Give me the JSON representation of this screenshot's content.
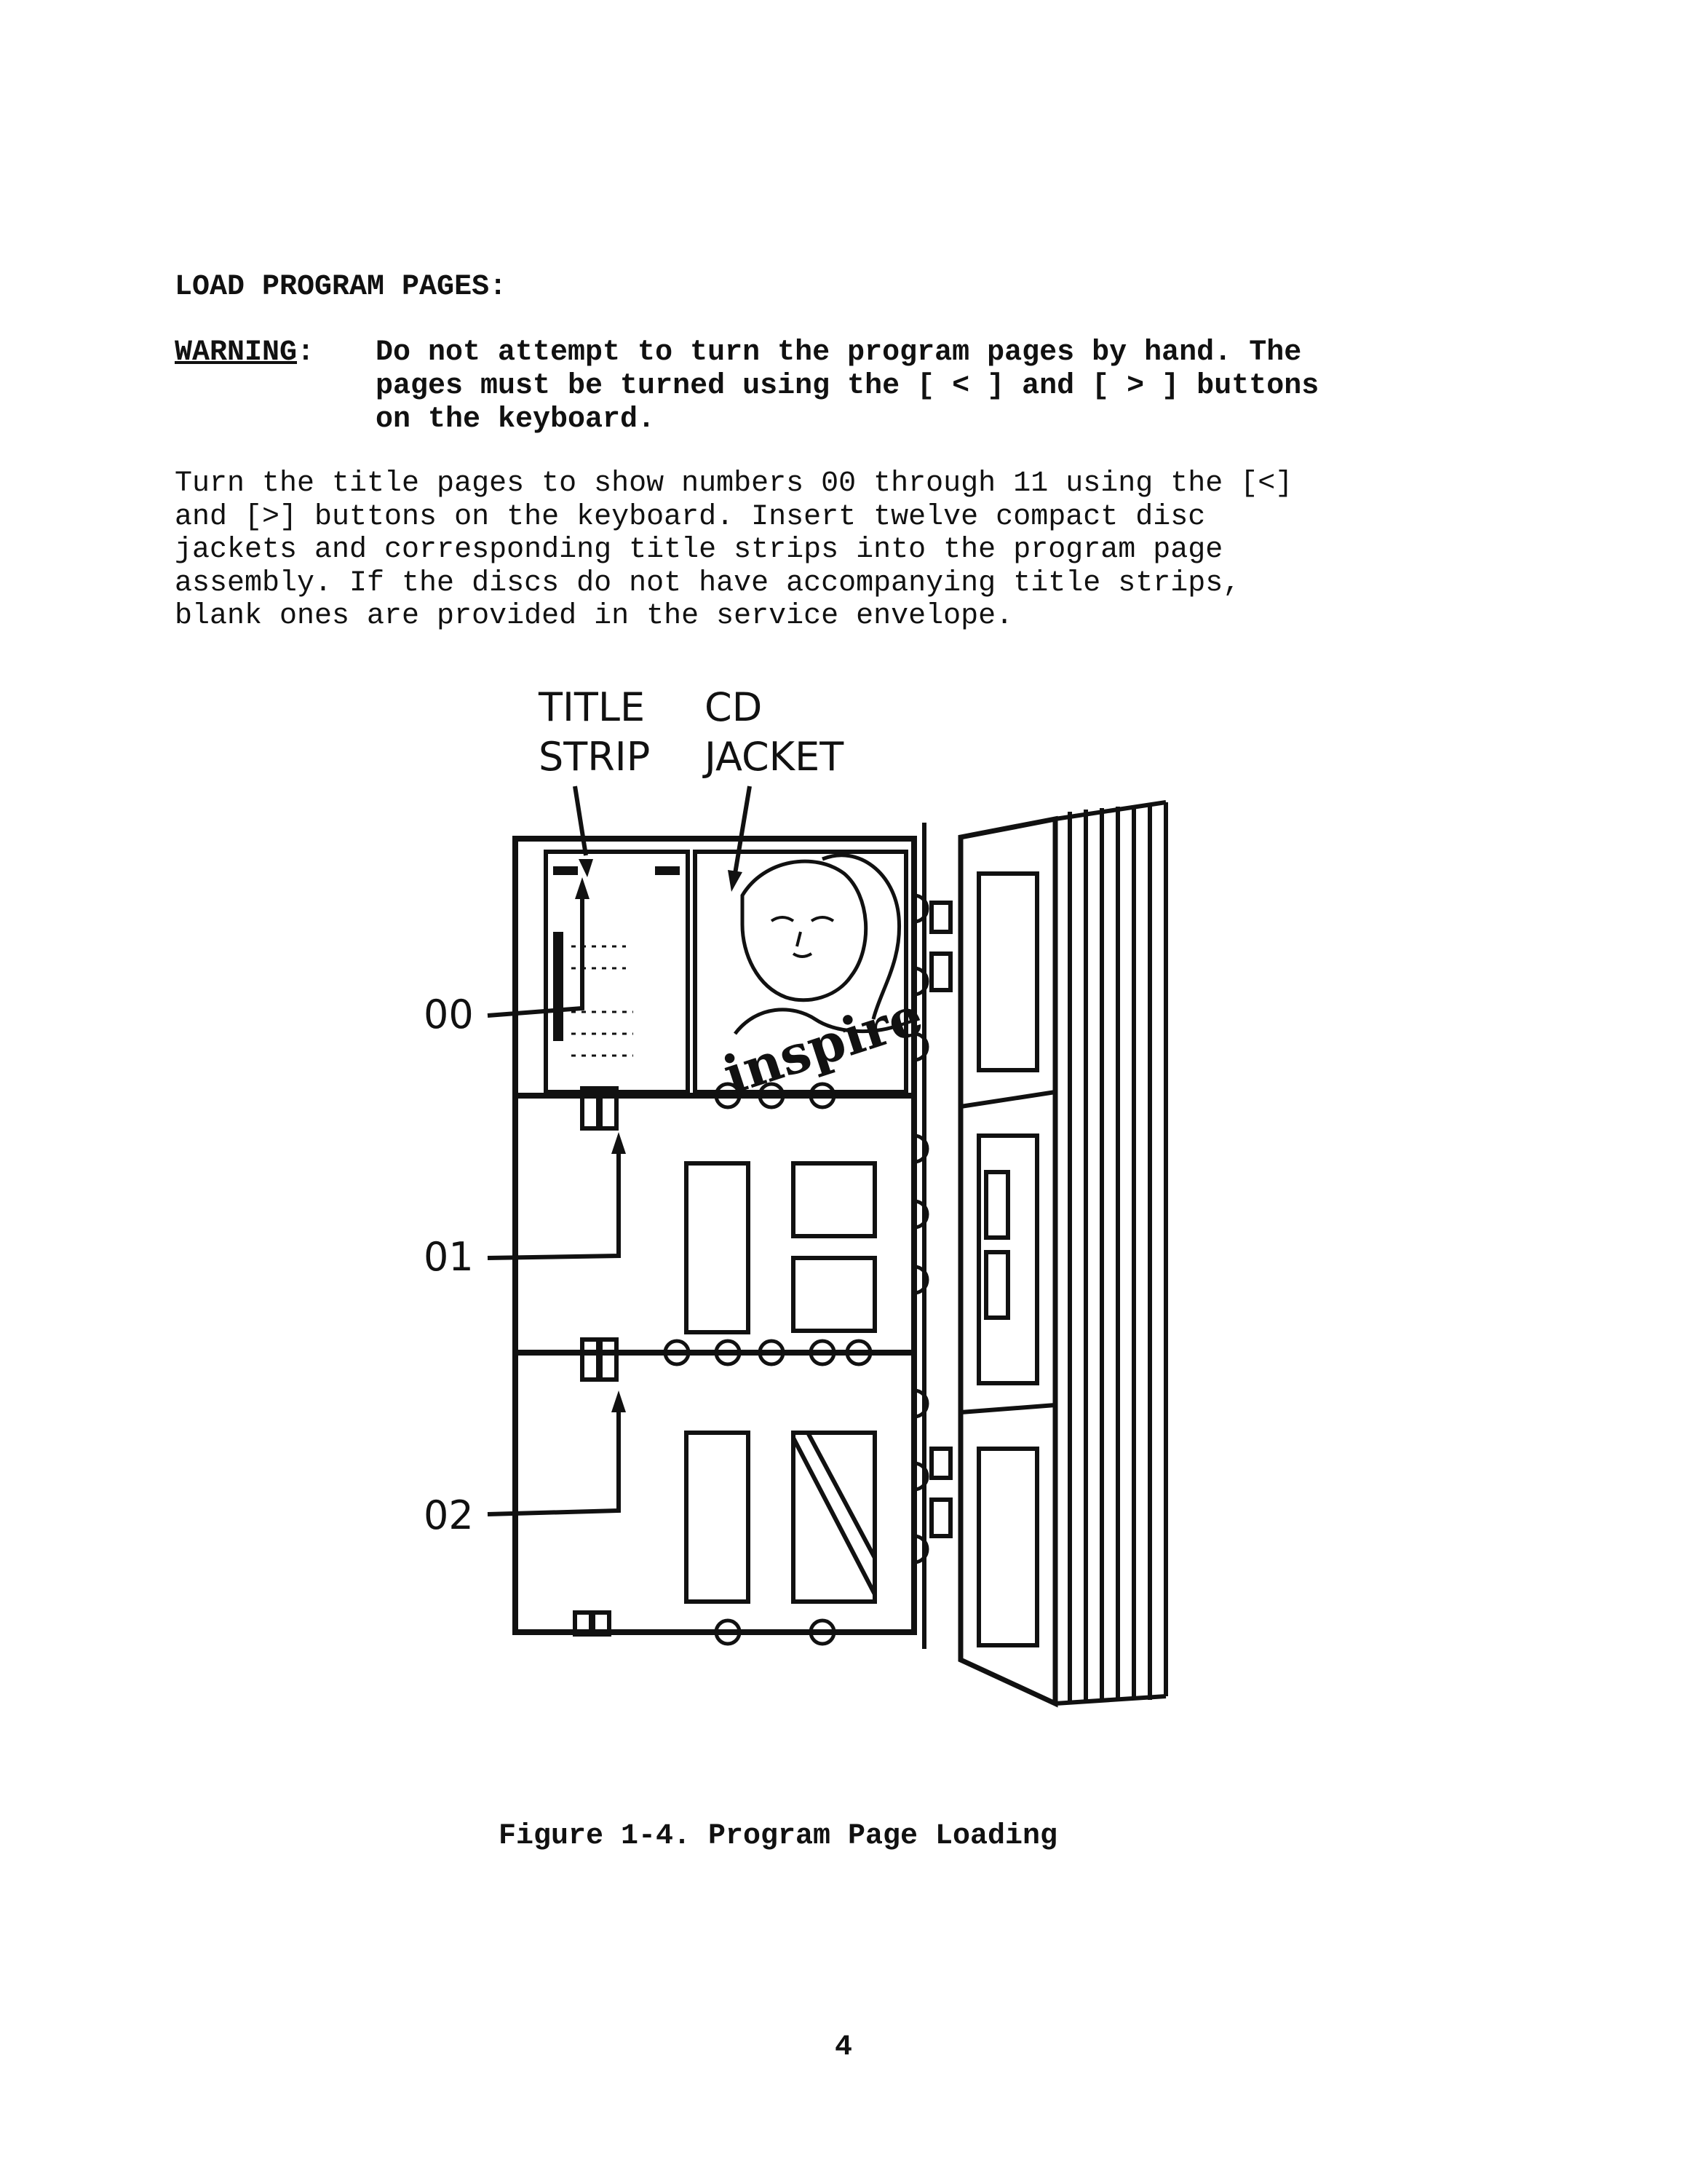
{
  "heading": "LOAD PROGRAM PAGES:",
  "warning": {
    "label": "WARNING",
    "colon": ":",
    "lines": [
      "Do not attempt to turn the program pages by hand.  The",
      "pages must be turned using the [ < ] and [ > ] buttons",
      "on the keyboard."
    ]
  },
  "body": {
    "lines": [
      "Turn the title pages to show numbers 00 through 11 using the [<]",
      "and [>] buttons on the keyboard.  Insert twelve compact disc",
      "jackets and corresponding title strips into the program page",
      "assembly.  If the discs do not have accompanying title strips,",
      "blank ones are provided in the service envelope."
    ]
  },
  "figure": {
    "label_title_1": "TITLE",
    "label_title_2": "STRIP",
    "label_cd_1": "CD",
    "label_cd_2": "JACKET",
    "label_00": "00",
    "label_01": "01",
    "label_02": "02",
    "cover_text": "inspire"
  },
  "caption": "Figure 1-4.  Program Page Loading",
  "page_number": "4"
}
